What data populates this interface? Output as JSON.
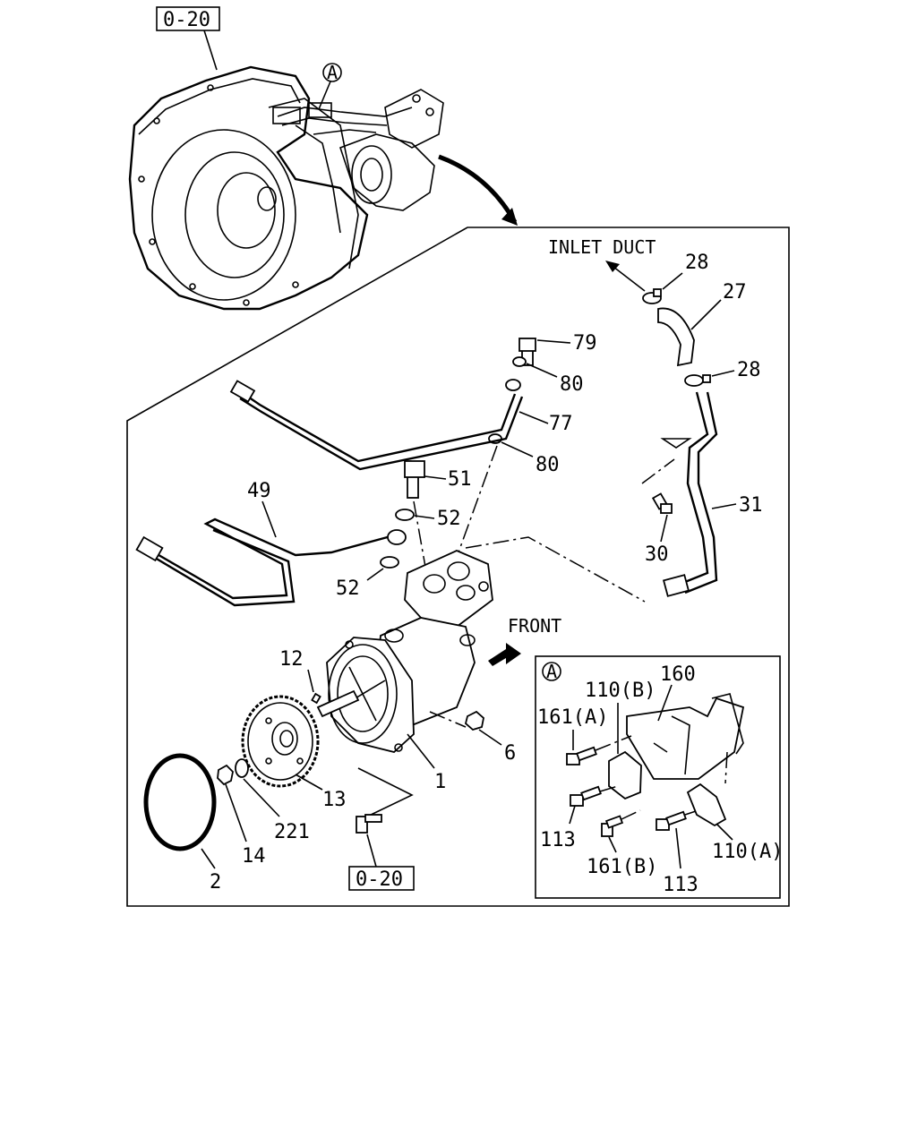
{
  "references": {
    "top_ref": "0-20",
    "bottom_ref": "0-20",
    "detail_marker": "A"
  },
  "directions": {
    "inlet_duct": "INLET DUCT",
    "front": "FRONT"
  },
  "callouts": {
    "p28a": "28",
    "p27": "27",
    "p28b": "28",
    "p79": "79",
    "p80a": "80",
    "p77": "77",
    "p80b": "80",
    "p51": "51",
    "p52a": "52",
    "p52b": "52",
    "p49": "49",
    "p31": "31",
    "p30": "30",
    "p12": "12",
    "p6": "6",
    "p1": "1",
    "p13": "13",
    "p221": "221",
    "p14": "14",
    "p2": "2"
  },
  "detail_callouts": {
    "p110b": "110(B)",
    "p160": "160",
    "p161a": "161(A)",
    "p113a": "113",
    "p161b": "161(B)",
    "p113b": "113",
    "p110a": "110(A)"
  }
}
